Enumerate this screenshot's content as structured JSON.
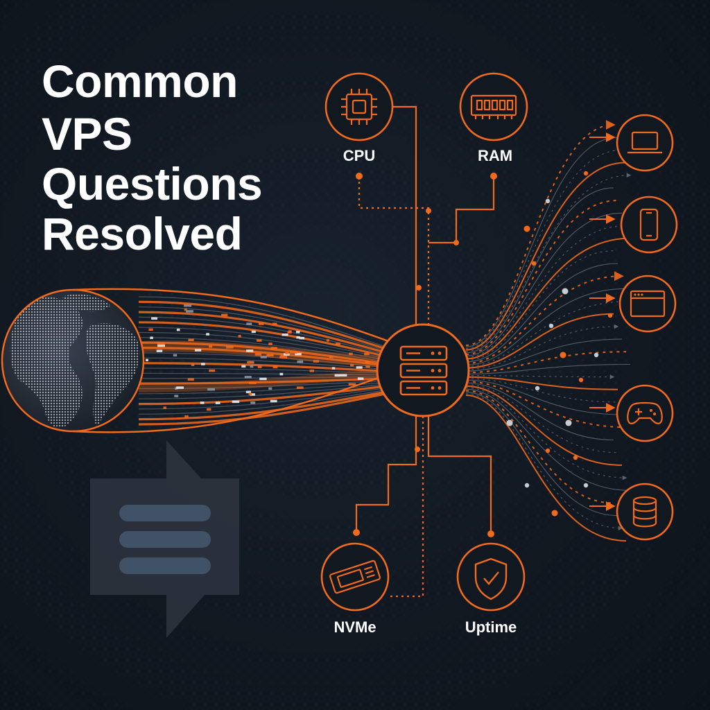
{
  "title": {
    "lines": [
      "Common",
      "VPS",
      "Questions",
      "Resolved"
    ]
  },
  "resources": {
    "cpu": {
      "label": "CPU",
      "icon": "cpu-chip-icon"
    },
    "ram": {
      "label": "RAM",
      "icon": "ram-module-icon"
    },
    "nvme": {
      "label": "NVMe",
      "icon": "nvme-drive-icon"
    },
    "uptime": {
      "label": "Uptime",
      "icon": "shield-check-icon"
    }
  },
  "server_hub": {
    "icon": "server-rack-icon"
  },
  "globe": {
    "icon": "globe-icon"
  },
  "chat_decoration": {
    "icon": "chat-bubble-icon"
  },
  "devices": [
    {
      "icon": "laptop-icon"
    },
    {
      "icon": "smartphone-icon"
    },
    {
      "icon": "browser-window-icon"
    },
    {
      "icon": "gamepad-icon"
    },
    {
      "icon": "database-icon"
    }
  ],
  "colors": {
    "accent": "#f26a1b",
    "background": "#121820",
    "text": "#ffffff",
    "stream_gray": "#8b95a3",
    "chat_gray": "#2f3540",
    "chat_bar": "#3f5266"
  }
}
